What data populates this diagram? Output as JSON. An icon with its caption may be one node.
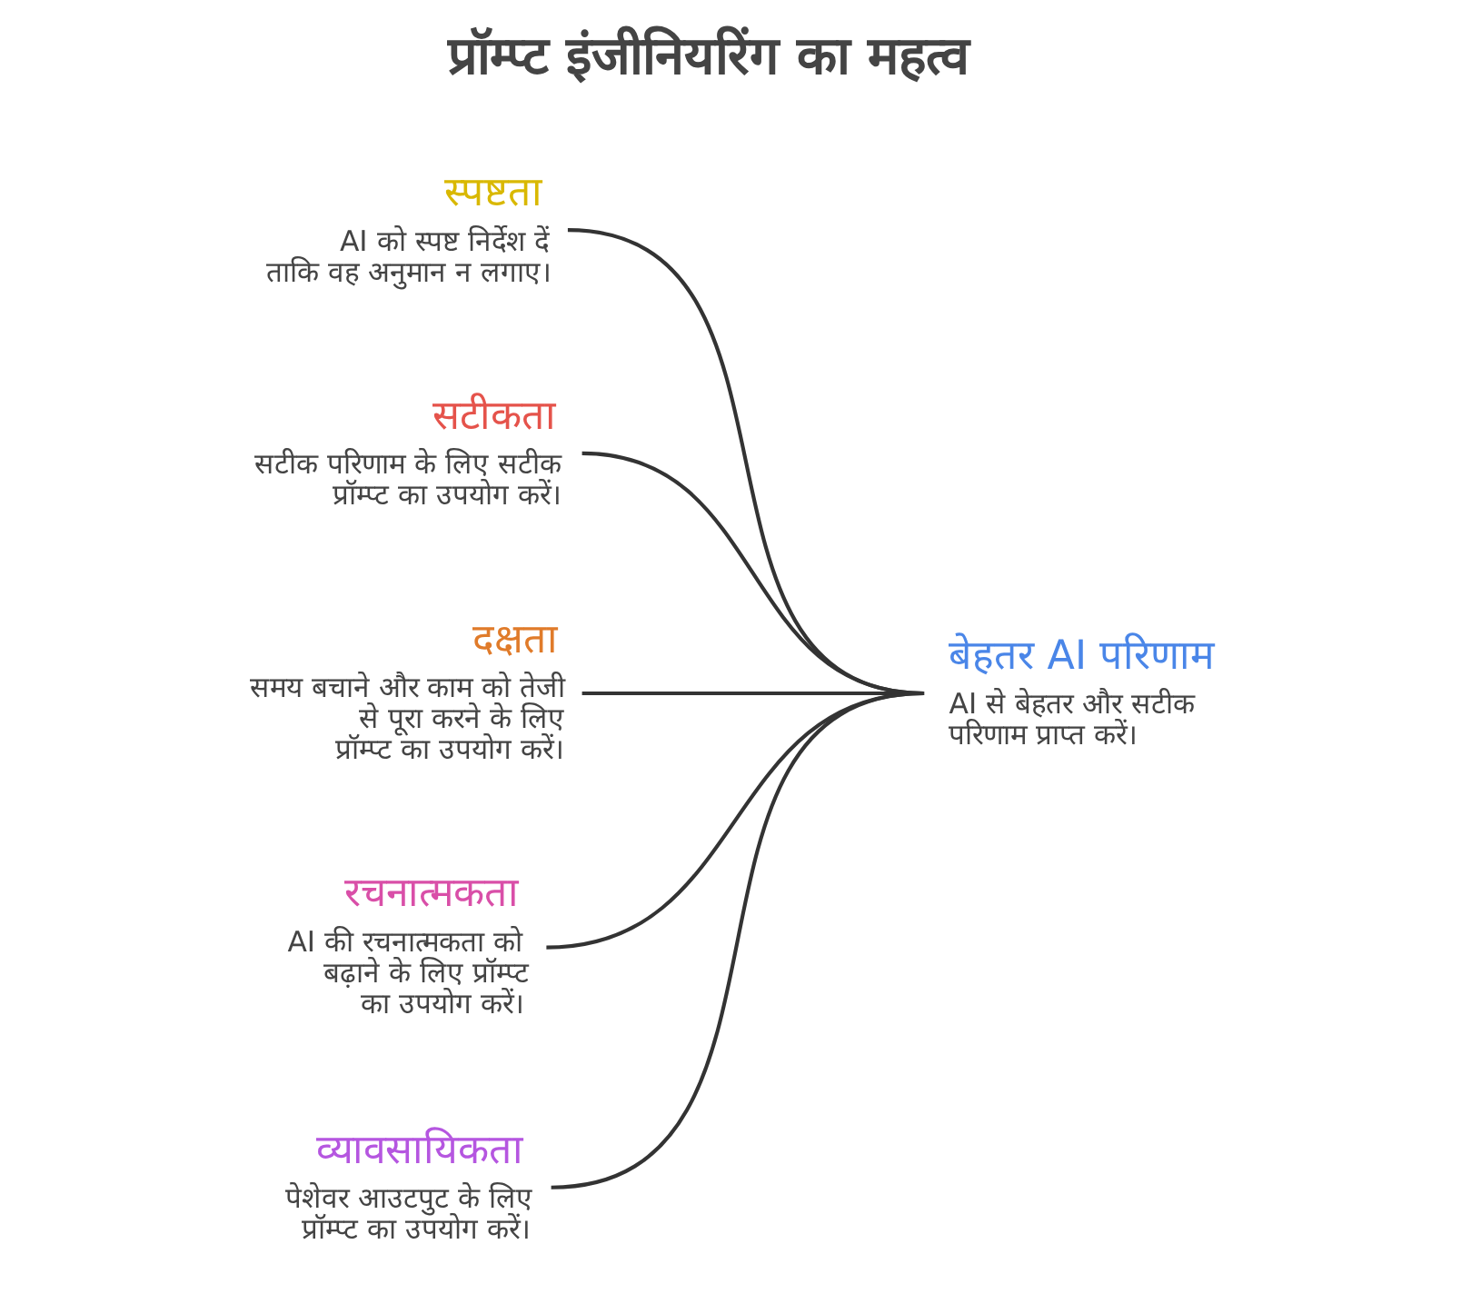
{
  "diagram": {
    "title": "प्रॉम्प्ट इंजीनियरिंग का महत्व",
    "nodes": [
      {
        "text": [
          "स्पष्टता",
          "AI को स्पष्ट निर्देश दें ताकि वह अनुमान न लगाए।"
        ]
      },
      {
        "text": [
          "सटीकता",
          "सटीक परिणाम के लिए सटीक प्रॉम्प्ट का उपयोग करें।"
        ]
      },
      {
        "text": [
          "दक्षता",
          "समय बचाने और काम को तेजी से पूरा करने के लिए प्रॉम्प्ट का उपयोग करें।"
        ]
      },
      {
        "text": [
          "रचनात्मकता",
          "AI की रचनात्मकता को बढ़ाने के लिए प्रॉम्प्ट का उपयोग करें।"
        ]
      },
      {
        "text": [
          "व्यावसायिकता",
          "पेशेवर आउटपुट के लिए प्रॉम्प्ट का उपयोग करें।"
        ]
      },
      {
        "text": [
          "बेहतर AI परिणाम",
          "AI से बेहतर और सटीक परिणाम प्राप्त करें।"
        ]
      }
    ],
    "edges": [
      {
        "from": 0,
        "to": 5,
        "arrow": "none"
      },
      {
        "from": 1,
        "to": 5,
        "arrow": "none"
      },
      {
        "from": 2,
        "to": 5,
        "arrow": "none"
      },
      {
        "from": 3,
        "to": 5,
        "arrow": "none"
      },
      {
        "from": 4,
        "to": 5,
        "arrow": "none"
      }
    ]
  }
}
